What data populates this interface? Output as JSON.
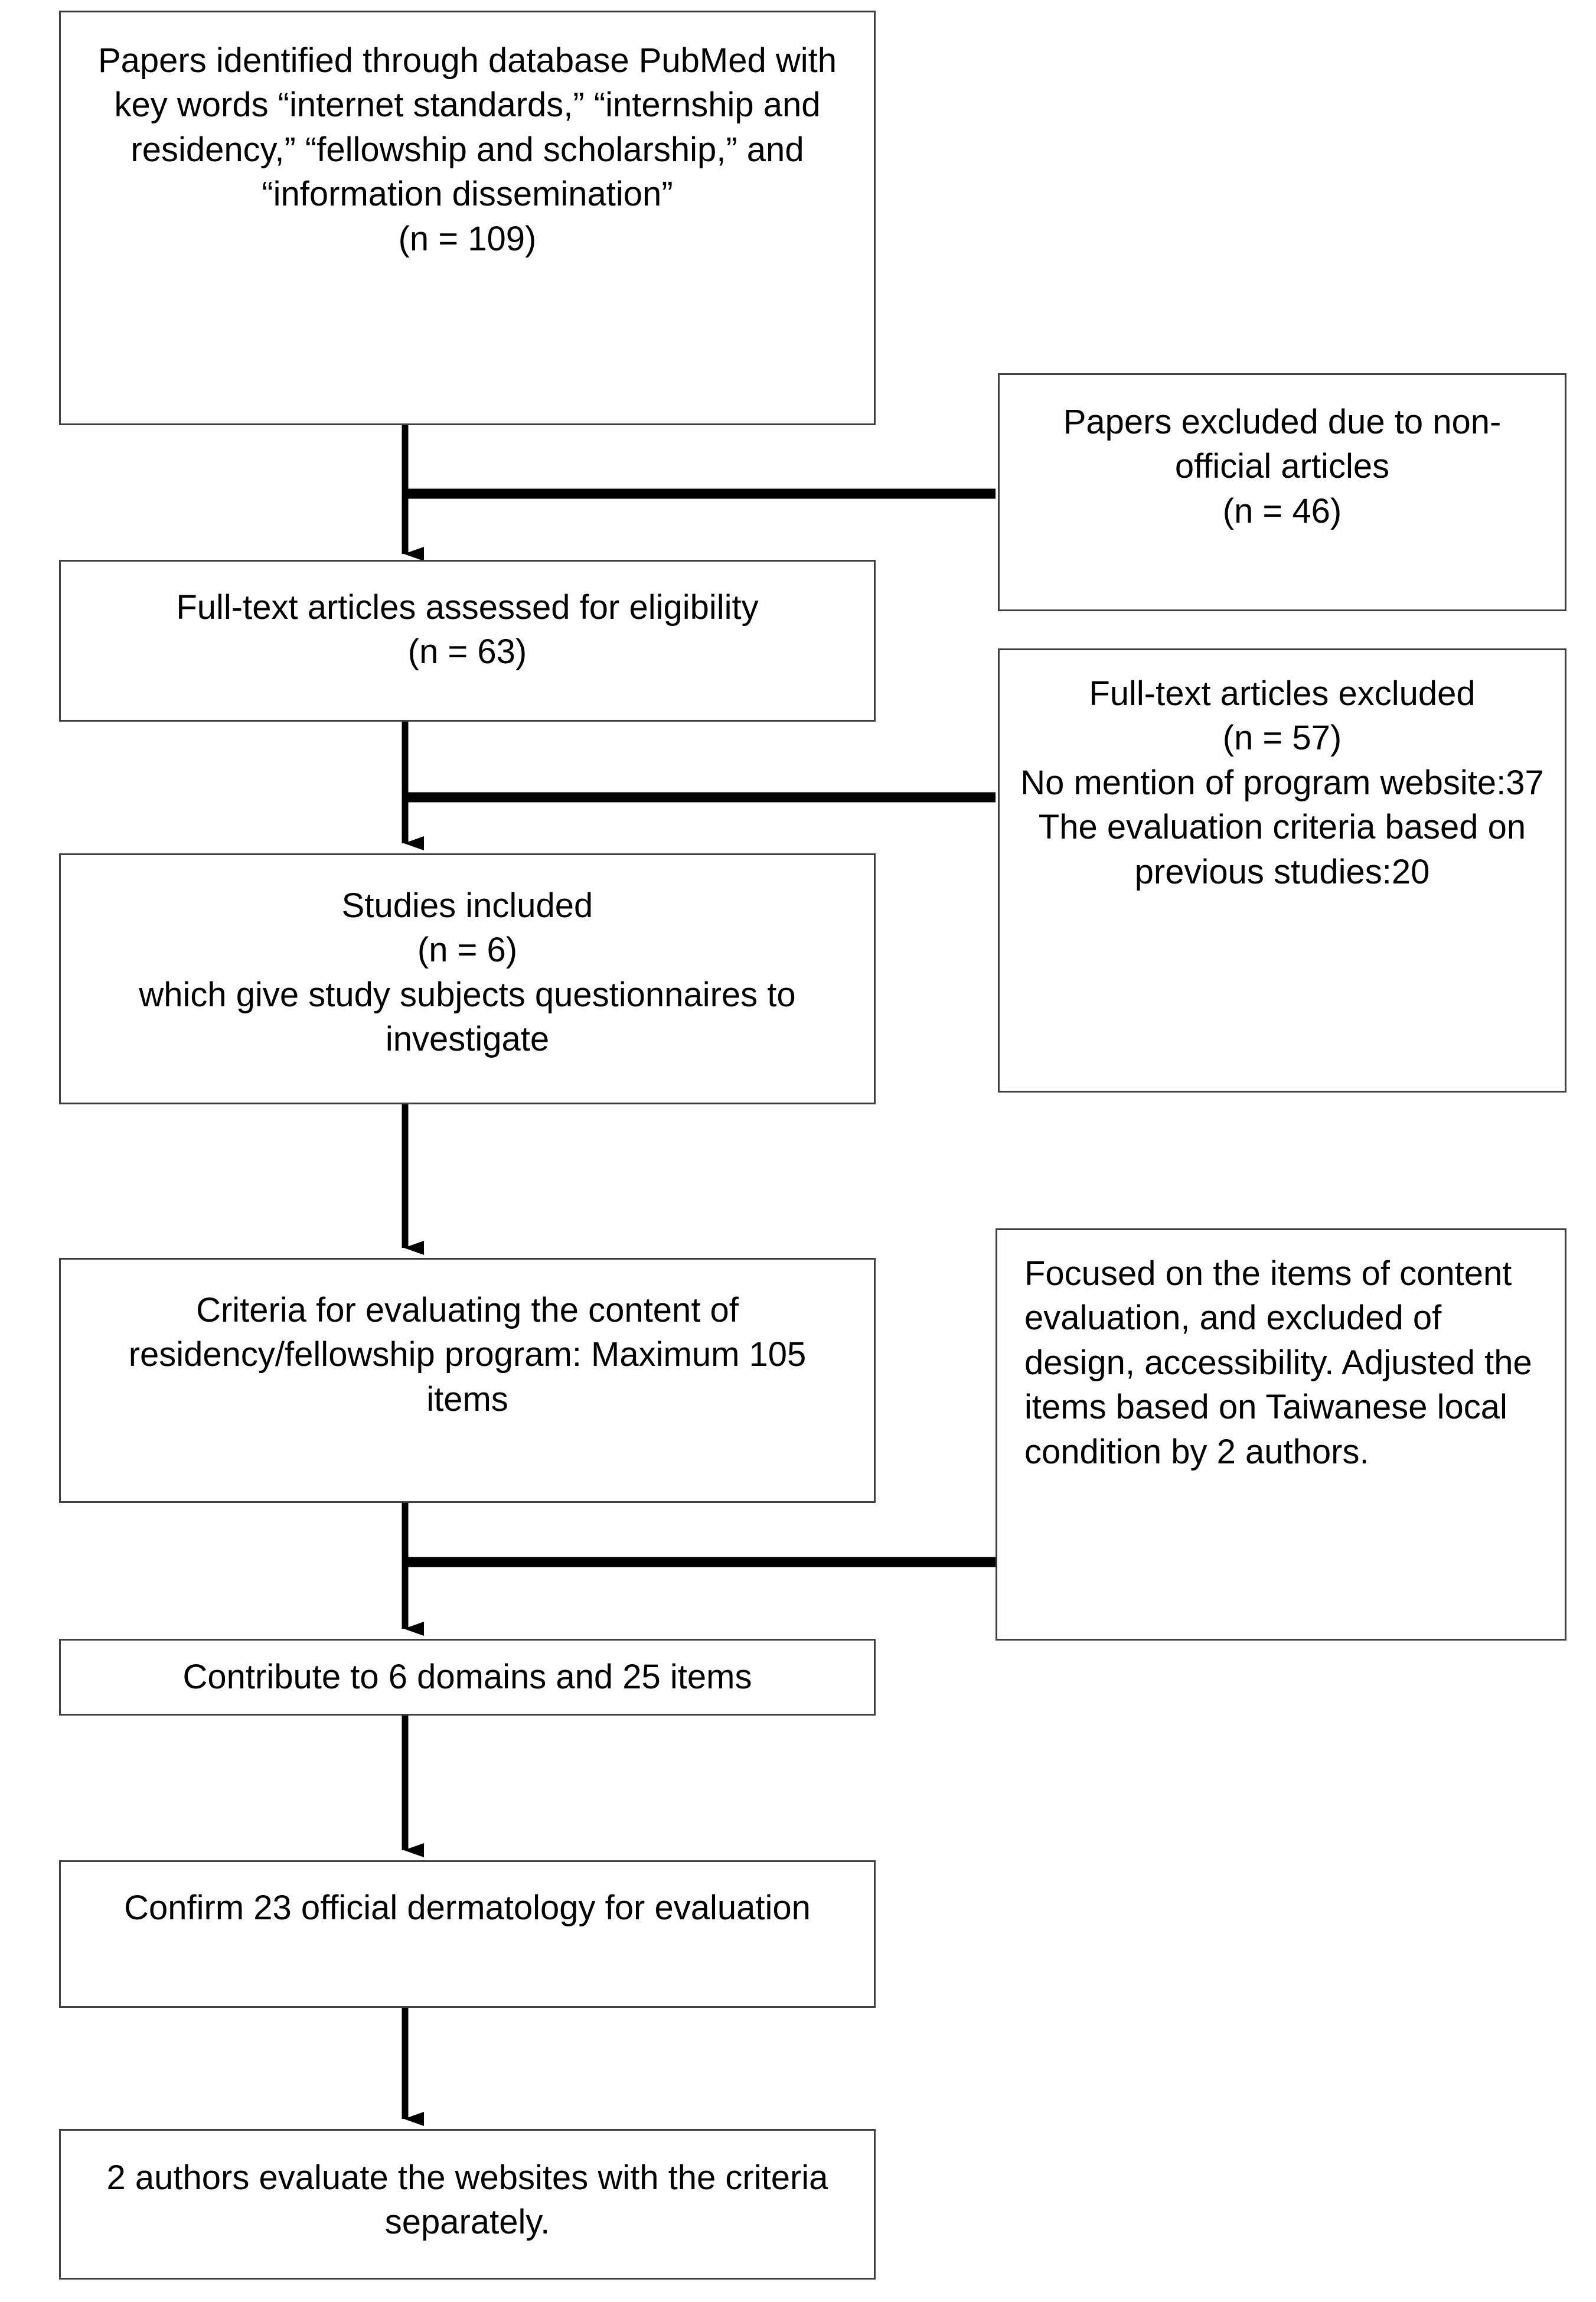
{
  "diagram": {
    "title": "PRISMA study selection flow diagram",
    "line_color": "#000000",
    "box_border_color": "#3f3f3f",
    "background": "#ffffff"
  },
  "nodes": {
    "identified": {
      "text": "Papers identified through database PubMed with key words “internet standards,” “internship and residency,” “fellowship and scholarship,” and “information dissemination”\n(n = 109)",
      "count_label": "(n = 109)",
      "n": 109,
      "align": "center"
    },
    "excluded_nonofficial": {
      "text": "Papers excluded due to non-official articles\n(n = 46)",
      "count_label": "(n = 46)",
      "n": 46,
      "align": "center"
    },
    "fulltext_assessed": {
      "text": "Full-text articles assessed for eligibility\n(n = 63)",
      "count_label": "(n = 63)",
      "n": 63,
      "align": "center"
    },
    "fulltext_excluded": {
      "text": "Full-text articles excluded\n(n = 57)\nNo mention of program website:37\nThe evaluation criteria based on previous studies:20",
      "count_label": "(n = 57)",
      "n": 57,
      "reasons": [
        {
          "label": "No mention of program website",
          "count": 37
        },
        {
          "label": "The evaluation criteria based on previous studies",
          "count": 20
        }
      ],
      "align": "center"
    },
    "studies_included": {
      "text": "Studies included\n(n = 6)\nwhich give study subjects questionnaires to investigate",
      "count_label": "(n = 6)",
      "n": 6,
      "align": "center"
    },
    "criteria_content": {
      "text": "Criteria for evaluating the content of residency/fellowship program: Maximum 105 items",
      "max_items": 105,
      "align": "center"
    },
    "focused_items": {
      "text": "Focused on the items of content evaluation, and excluded of design, accessibility. Adjusted the items based on Taiwanese local condition by 2 authors.",
      "authors": 2,
      "align": "left"
    },
    "contribute_domains": {
      "text": "Contribute to 6 domains and 25 items",
      "domains": 6,
      "items": 25,
      "align": "center"
    },
    "confirm_programs": {
      "text": "Confirm 23 official dermatology for evaluation",
      "programs": 23,
      "align": "center"
    },
    "authors_evaluate": {
      "text": "2 authors evaluate the websites with the criteria separately.",
      "authors": 2,
      "align": "center"
    }
  }
}
